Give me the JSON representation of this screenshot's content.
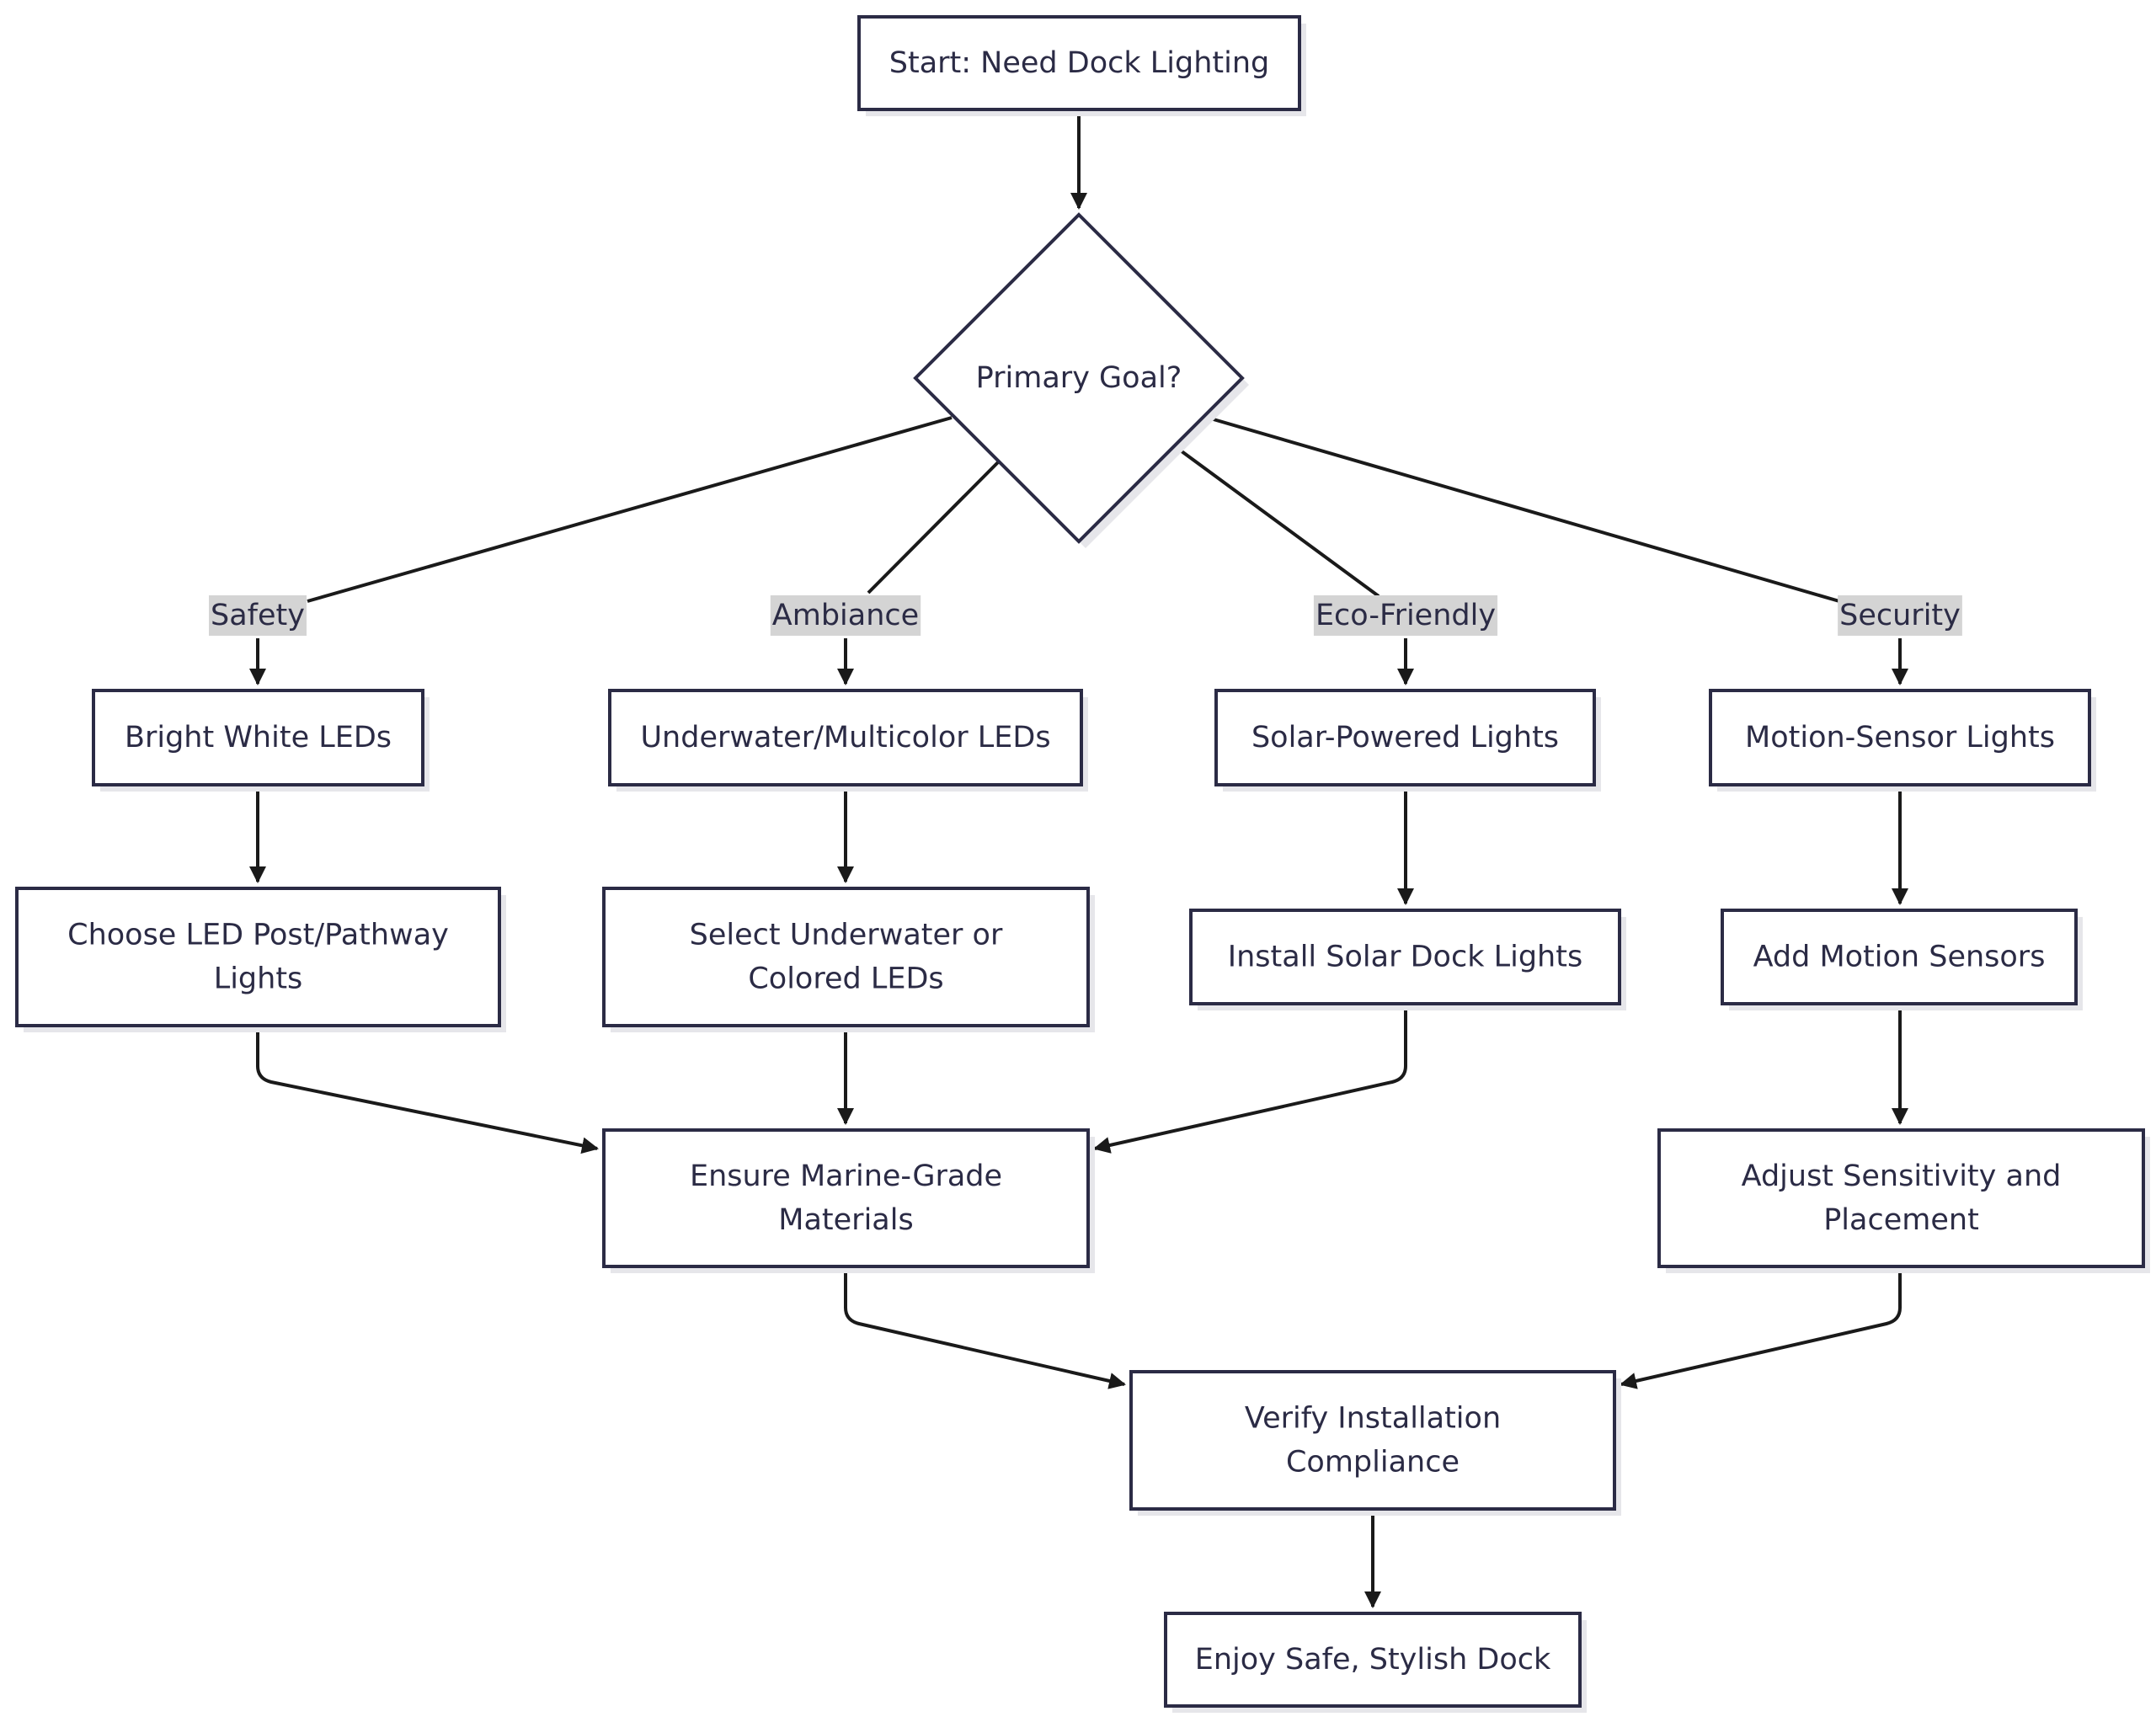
{
  "diagram": {
    "colors": {
      "stroke": "#2b2b45",
      "fill": "#ffffff",
      "shadow": "#e6e6ea",
      "text": "#2b2b45",
      "edge_label_bg": "#d4d4d4"
    },
    "nodes": {
      "start": "Start: Need Dock Lighting",
      "goal": "Primary Goal?",
      "bright": "Bright White LEDs",
      "underwater": "Underwater/Multicolor LEDs",
      "solar": "Solar-Powered Lights",
      "motion": "Motion-Sensor Lights",
      "choose_led": [
        "Choose LED Post/Pathway",
        "Lights"
      ],
      "select_underwater": [
        "Select Underwater or",
        "Colored LEDs"
      ],
      "install_solar": "Install Solar Dock Lights",
      "add_motion": "Add Motion Sensors",
      "marine": [
        "Ensure Marine-Grade",
        "Materials"
      ],
      "adjust": [
        "Adjust Sensitivity and",
        "Placement"
      ],
      "verify": [
        "Verify Installation",
        "Compliance"
      ],
      "enjoy": "Enjoy Safe, Stylish Dock"
    },
    "edge_labels": {
      "safety": "Safety",
      "ambiance": "Ambiance",
      "eco": "Eco-Friendly",
      "security": "Security"
    }
  }
}
